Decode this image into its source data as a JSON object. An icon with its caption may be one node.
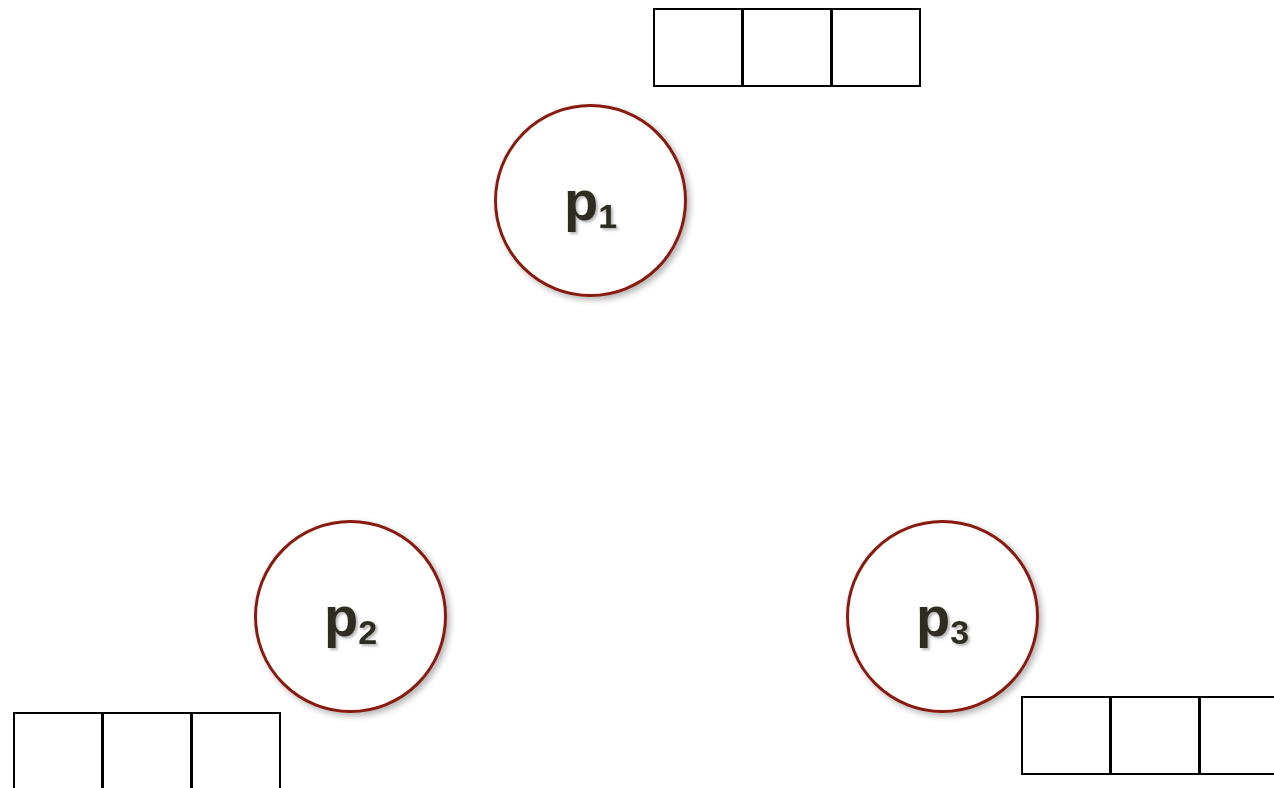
{
  "diagram": {
    "nodes": [
      {
        "text": [],
        "shape": "box"
      },
      {
        "text": [],
        "shape": "box"
      },
      {
        "text": [],
        "shape": "box"
      },
      {
        "text": [
          "p$_{1}$"
        ]
      },
      {
        "text": [
          "p$_{2}$"
        ]
      },
      {
        "text": [
          "p$_{3}$"
        ]
      },
      {
        "text": [],
        "shape": "box"
      },
      {
        "text": [],
        "shape": "box"
      },
      {
        "text": [],
        "shape": "box"
      },
      {
        "text": [],
        "shape": "box"
      },
      {
        "text": [],
        "shape": "box"
      },
      {
        "text": [],
        "shape": "box"
      }
    ]
  }
}
